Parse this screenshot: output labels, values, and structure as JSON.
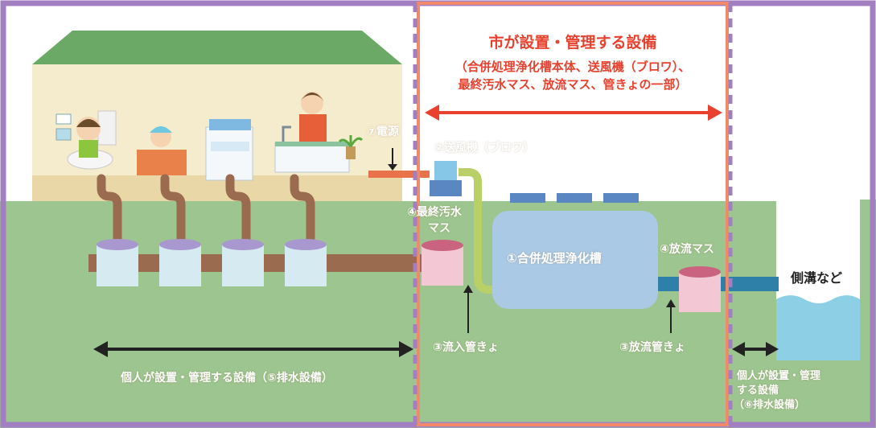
{
  "title": "市が設置・管理する設備",
  "subtitle_line1": "（合併処理浄化槽本体、送風機（ブロワ）、",
  "subtitle_line2": "最終汚水マス、放流マス、管きょの一部）",
  "labels": {
    "power": "⑦電源",
    "blower": "②送風機（ブロワ）",
    "final_mass_line1": "④最終汚水",
    "final_mass_line2": "マス",
    "tank": "①合併処理浄化槽",
    "discharge_mass": "④放流マス",
    "inflow_pipe": "③流入管きょ",
    "outflow_pipe": "③放流管きょ",
    "ditch": "側溝など"
  },
  "individual_left": "個人が設置・管理する設備（⑤排水設備）",
  "individual_right_line1": "個人が設置・管理",
  "individual_right_line2": "する設備",
  "individual_right_line3": "（⑥排水設備）",
  "colors": {
    "purple_frame": "#a17fc1",
    "orange_frame": "#f08a6b",
    "ground": "#9dc58f",
    "house_wall": "#f5ebcd",
    "roof": "#6aaa66",
    "pipe_brown": "#9a6b4e",
    "mass_blue": "#d6ebf1",
    "tank_blue": "#aac9e5",
    "water": "#8dd0e6",
    "red_text": "#e8412e",
    "purple_text": "#7b4fa0"
  }
}
